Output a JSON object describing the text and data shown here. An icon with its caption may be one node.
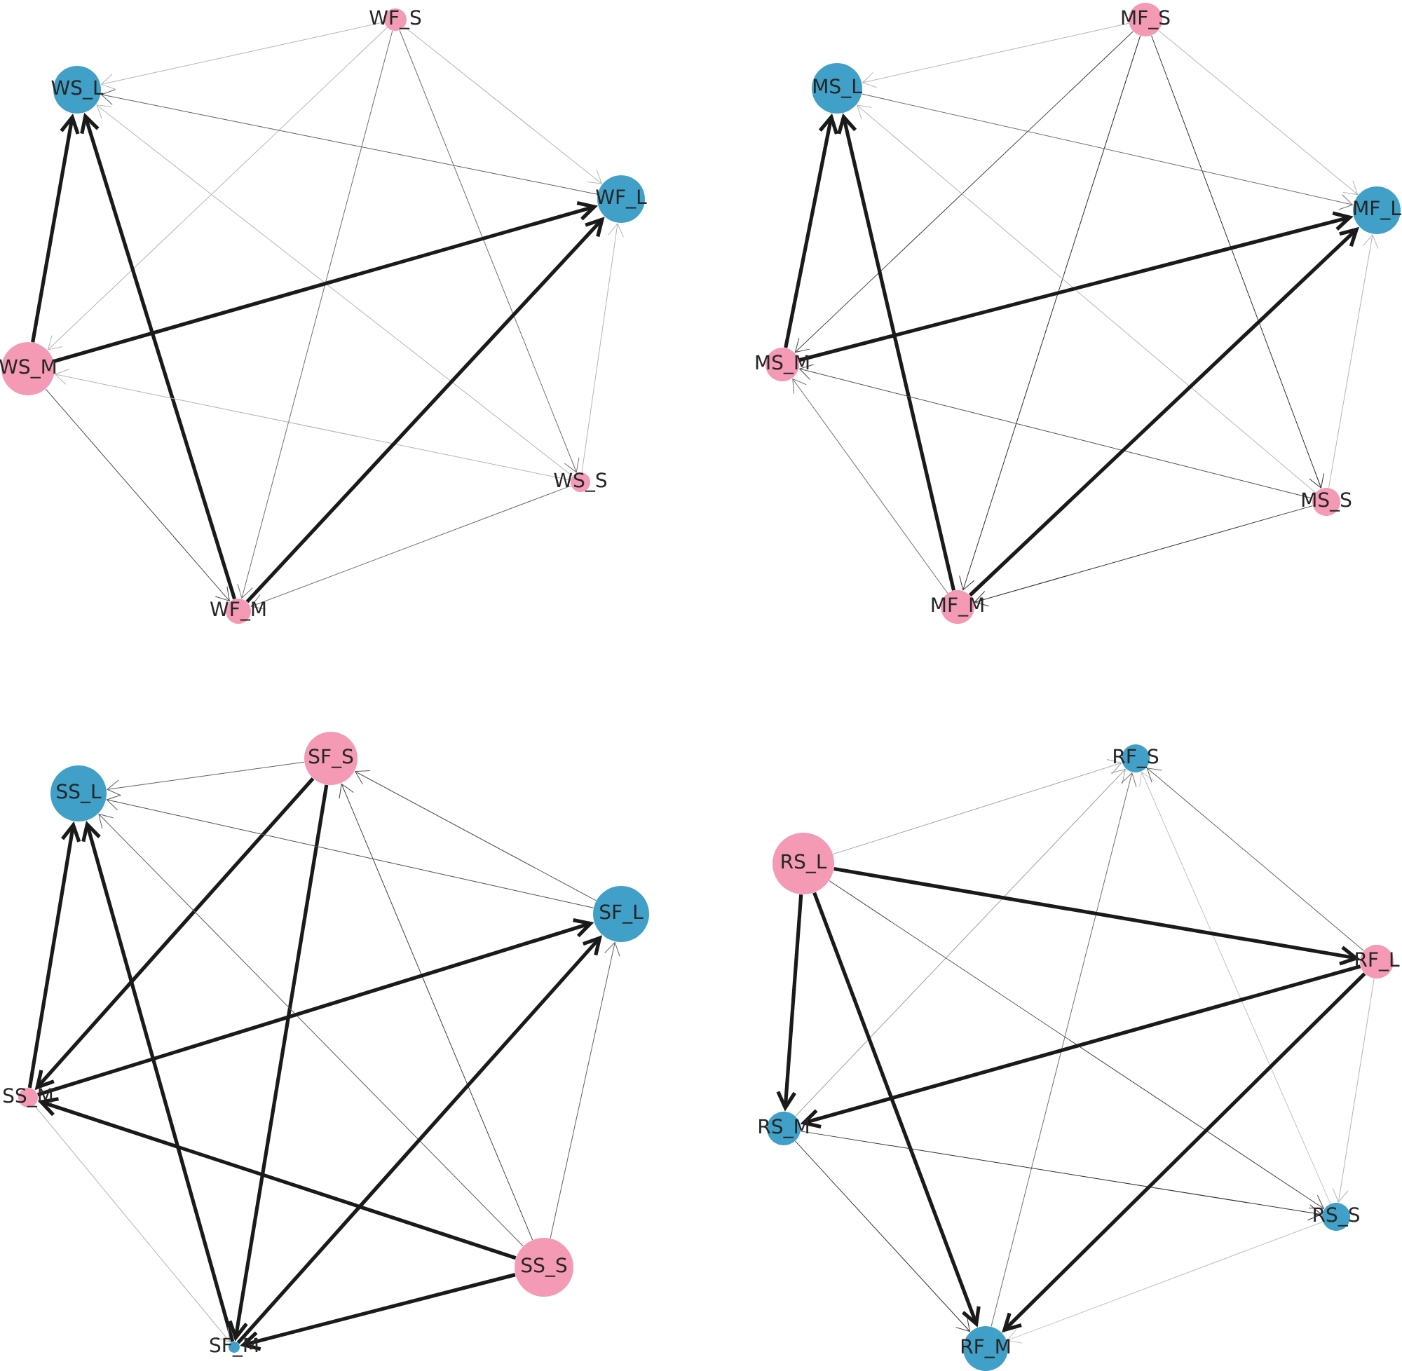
{
  "diagram": {
    "nodes": [
      {
        "text": [
          "WF_S"
        ]
      },
      {
        "text": [
          "WS_L"
        ]
      },
      {
        "text": [
          "WF_L"
        ]
      },
      {
        "text": [
          "WS_M"
        ]
      },
      {
        "text": [
          "WS_S"
        ]
      },
      {
        "text": [
          "WF_M"
        ]
      },
      {
        "text": [
          "MF_S"
        ]
      },
      {
        "text": [
          "MS_L"
        ]
      },
      {
        "text": [
          "MF_L"
        ]
      },
      {
        "text": [
          "MS_M"
        ]
      },
      {
        "text": [
          "MS_S"
        ]
      },
      {
        "text": [
          "MF_M"
        ]
      },
      {
        "text": [
          "SF_S"
        ]
      },
      {
        "text": [
          "SS_L"
        ]
      },
      {
        "text": [
          "SF_L"
        ]
      },
      {
        "text": [
          "SS_M"
        ]
      },
      {
        "text": [
          "SS_S"
        ]
      },
      {
        "text": [
          "SF_M"
        ]
      },
      {
        "text": [
          "RF_S"
        ]
      },
      {
        "text": [
          "RS_L"
        ]
      },
      {
        "text": [
          "RF_L"
        ]
      },
      {
        "text": [
          "RS_M"
        ]
      },
      {
        "text": [
          "RS_S"
        ]
      },
      {
        "text": [
          "RF_M"
        ]
      }
    ],
    "edges": [
      {
        "from": 0,
        "to": 1,
        "arrow": "to",
        "color": "#b4b4b4"
      },
      {
        "from": 0,
        "to": 3,
        "arrow": "to",
        "color": "#b4b4b4"
      },
      {
        "from": 0,
        "to": 5,
        "arrow": "to",
        "color": "#707070"
      },
      {
        "from": 0,
        "to": 4,
        "arrow": "to",
        "color": "#707070"
      },
      {
        "from": 0,
        "to": 2,
        "arrow": "to",
        "color": "#b4b4b4"
      },
      {
        "from": 2,
        "to": 1,
        "arrow": "to",
        "color": "#606060"
      },
      {
        "from": 4,
        "to": 1,
        "arrow": "to",
        "color": "#b4b4b4"
      },
      {
        "from": 3,
        "to": 1,
        "arrow": "to",
        "style": "thick",
        "color": "#1a1a1a"
      },
      {
        "from": 5,
        "to": 1,
        "arrow": "to",
        "style": "thick",
        "color": "#1a1a1a"
      },
      {
        "from": 3,
        "to": 2,
        "arrow": "to",
        "style": "thick",
        "color": "#1a1a1a"
      },
      {
        "from": 4,
        "to": 3,
        "arrow": "to",
        "color": "#b4b4b4"
      },
      {
        "from": 3,
        "to": 5,
        "arrow": "to",
        "color": "#404040"
      },
      {
        "from": 5,
        "to": 2,
        "arrow": "to",
        "style": "thick",
        "color": "#1a1a1a"
      },
      {
        "from": 4,
        "to": 2,
        "arrow": "to",
        "color": "#b4b4b4"
      },
      {
        "from": 4,
        "to": 5,
        "arrow": "to",
        "color": "#707070"
      },
      {
        "from": 6,
        "to": 7,
        "arrow": "to",
        "color": "#b4b4b4"
      },
      {
        "from": 6,
        "to": 9,
        "arrow": "to",
        "color": "#404040"
      },
      {
        "from": 6,
        "to": 11,
        "arrow": "to",
        "color": "#303030"
      },
      {
        "from": 6,
        "to": 10,
        "arrow": "to",
        "color": "#303030"
      },
      {
        "from": 6,
        "to": 8,
        "arrow": "to",
        "color": "#b4b4b4"
      },
      {
        "from": 7,
        "to": 8,
        "arrow": "to",
        "color": "#707070"
      },
      {
        "from": 10,
        "to": 7,
        "arrow": "to",
        "color": "#b4b4b4"
      },
      {
        "from": 9,
        "to": 7,
        "arrow": "to",
        "style": "thick",
        "color": "#1a1a1a"
      },
      {
        "from": 11,
        "to": 7,
        "arrow": "to",
        "style": "thick",
        "color": "#1a1a1a"
      },
      {
        "from": 9,
        "to": 8,
        "arrow": "to",
        "style": "thick",
        "color": "#1a1a1a"
      },
      {
        "from": 10,
        "to": 9,
        "arrow": "to",
        "color": "#505050"
      },
      {
        "from": 11,
        "to": 9,
        "arrow": "to",
        "color": "#707070"
      },
      {
        "from": 11,
        "to": 8,
        "arrow": "to",
        "style": "thick",
        "color": "#1a1a1a"
      },
      {
        "from": 10,
        "to": 8,
        "arrow": "to",
        "color": "#b4b4b4"
      },
      {
        "from": 10,
        "to": 11,
        "arrow": "to",
        "color": "#303030"
      },
      {
        "from": 12,
        "to": 13,
        "arrow": "to",
        "color": "#606060"
      },
      {
        "from": 12,
        "to": 15,
        "arrow": "to",
        "style": "thick",
        "color": "#1a1a1a"
      },
      {
        "from": 12,
        "to": 17,
        "arrow": "to",
        "style": "thick",
        "color": "#1a1a1a"
      },
      {
        "from": 16,
        "to": 12,
        "arrow": "to",
        "color": "#404040"
      },
      {
        "from": 14,
        "to": 12,
        "arrow": "to",
        "color": "#505050"
      },
      {
        "from": 14,
        "to": 13,
        "arrow": "to",
        "color": "#505050"
      },
      {
        "from": 16,
        "to": 13,
        "arrow": "to",
        "color": "#606060"
      },
      {
        "from": 15,
        "to": 13,
        "arrow": "to",
        "style": "thick",
        "color": "#1a1a1a"
      },
      {
        "from": 17,
        "to": 13,
        "arrow": "to",
        "style": "thick",
        "color": "#1a1a1a"
      },
      {
        "from": 15,
        "to": 14,
        "arrow": "to",
        "style": "thick",
        "color": "#1a1a1a"
      },
      {
        "from": 16,
        "to": 15,
        "arrow": "to",
        "style": "thick",
        "color": "#1a1a1a"
      },
      {
        "from": 15,
        "to": 17,
        "arrow": "to",
        "color": "#b4b4b4"
      },
      {
        "from": 17,
        "to": 14,
        "arrow": "to",
        "style": "thick",
        "color": "#1a1a1a"
      },
      {
        "from": 16,
        "to": 14,
        "arrow": "to",
        "color": "#606060"
      },
      {
        "from": 16,
        "to": 17,
        "arrow": "to",
        "style": "thick",
        "color": "#1a1a1a"
      },
      {
        "from": 19,
        "to": 18,
        "arrow": "to",
        "color": "#a0a0a0"
      },
      {
        "from": 21,
        "to": 18,
        "arrow": "to",
        "color": "#a0a0a0"
      },
      {
        "from": 23,
        "to": 18,
        "arrow": "to",
        "color": "#707070"
      },
      {
        "from": 22,
        "to": 18,
        "arrow": "to",
        "color": "#c0c0c0"
      },
      {
        "from": 20,
        "to": 18,
        "arrow": "to",
        "color": "#606060"
      },
      {
        "from": 19,
        "to": 20,
        "arrow": "to",
        "style": "thick",
        "color": "#1a1a1a"
      },
      {
        "from": 19,
        "to": 21,
        "arrow": "to",
        "style": "thick",
        "color": "#1a1a1a"
      },
      {
        "from": 19,
        "to": 23,
        "arrow": "to",
        "style": "thick",
        "color": "#1a1a1a"
      },
      {
        "from": 19,
        "to": 22,
        "arrow": "to",
        "color": "#404040"
      },
      {
        "from": 20,
        "to": 21,
        "arrow": "to",
        "style": "thick",
        "color": "#1a1a1a"
      },
      {
        "from": 20,
        "to": 23,
        "arrow": "to",
        "style": "thick",
        "color": "#1a1a1a"
      },
      {
        "from": 20,
        "to": 22,
        "arrow": "to",
        "color": "#b4b4b4"
      },
      {
        "from": 21,
        "to": 22,
        "arrow": "to",
        "color": "#303030"
      },
      {
        "from": 21,
        "to": 23,
        "arrow": "to",
        "color": "#303030"
      },
      {
        "from": 22,
        "to": 23,
        "arrow": "to",
        "color": "#c0c0c0"
      }
    ]
  }
}
